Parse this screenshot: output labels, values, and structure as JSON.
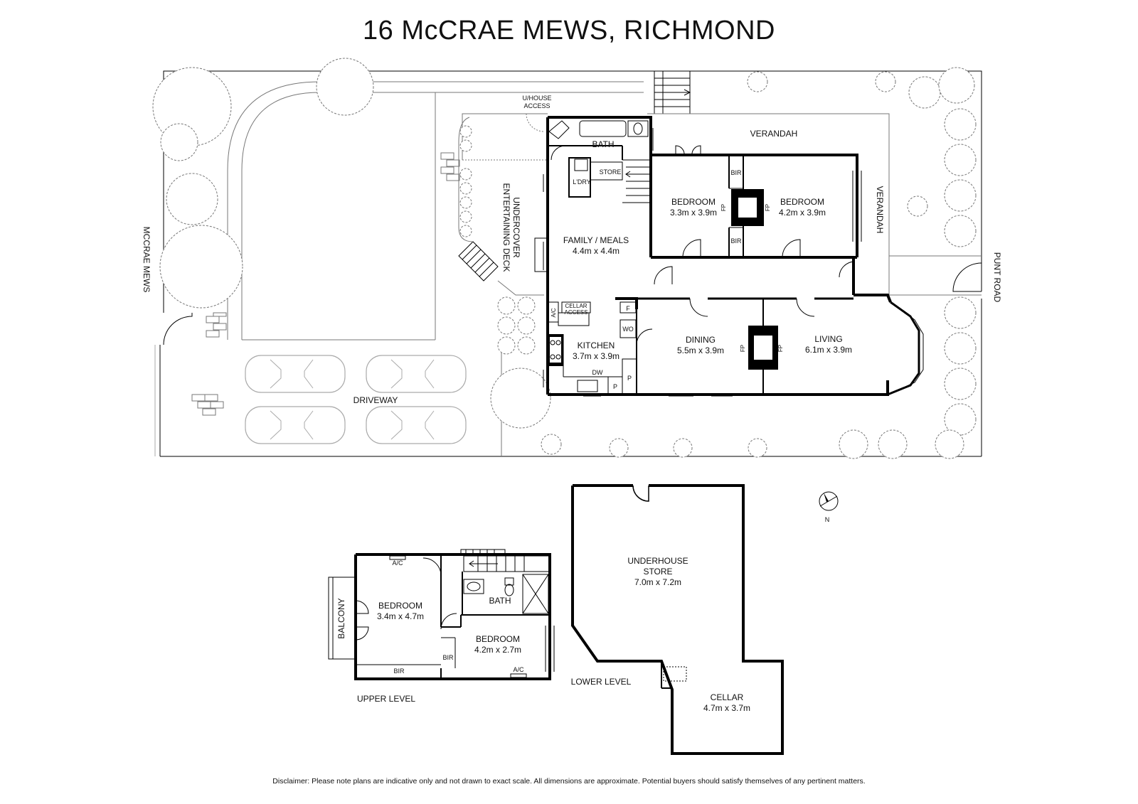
{
  "title": "16 McCRAE MEWS, RICHMOND",
  "disclaimer": "Disclaimer: Please note plans are indicative only and not drawn to exact scale. All dimensions are approximate. Potential buyers should satisfy themselves of any pertinent matters.",
  "site": {
    "street_left": "MCCRAE MEWS",
    "street_right": "PUNT ROAD",
    "driveway": "DRIVEWAY",
    "uhouse_access_1": "U/HOUSE",
    "uhouse_access_2": "ACCESS",
    "deck_1": "UNDERCOVER",
    "deck_2": "ENTERTAINING DECK",
    "verandah_top": "VERANDAH",
    "verandah_right": "VERANDAH"
  },
  "ground": {
    "bath": "BATH",
    "store": "STORE",
    "laundry": "L'DRY",
    "family_name": "FAMILY / MEALS",
    "family_dim": "4.4m x 4.4m",
    "bed1_name": "BEDROOM",
    "bed1_dim": "3.3m x 3.9m",
    "bed2_name": "BEDROOM",
    "bed2_dim": "4.2m x 3.9m",
    "bir": "BIR",
    "fp": "FP",
    "kitchen_name": "KITCHEN",
    "kitchen_dim": "3.7m x 3.9m",
    "dining_name": "DINING",
    "dining_dim": "5.5m x 3.9m",
    "living_name": "LIVING",
    "living_dim": "6.1m x 3.9m",
    "ac": "A/C",
    "cellar_access_1": "CELLAR",
    "cellar_access_2": "ACCESS",
    "fridge": "F",
    "wall_oven": "WO",
    "dishwasher": "DW",
    "pantry": "P"
  },
  "upper": {
    "label": "UPPER LEVEL",
    "balcony": "BALCONY",
    "bed1_name": "BEDROOM",
    "bed1_dim": "3.4m x 4.7m",
    "bed2_name": "BEDROOM",
    "bed2_dim": "4.2m x 2.7m",
    "bath": "BATH",
    "bir": "BIR",
    "ac": "A/C"
  },
  "lower": {
    "label": "LOWER LEVEL",
    "store_name_1": "UNDERHOUSE",
    "store_name_2": "STORE",
    "store_dim": "7.0m x 7.2m",
    "cellar_name": "CELLAR",
    "cellar_dim": "4.7m x 3.7m"
  },
  "compass": {
    "label": "N"
  }
}
